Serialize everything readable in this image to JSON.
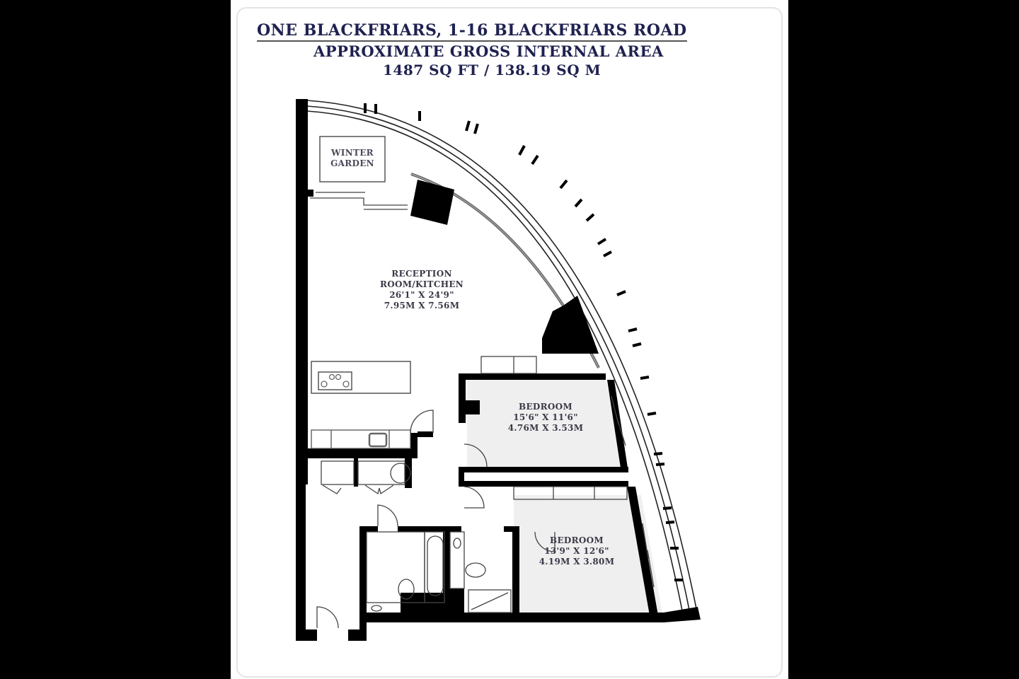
{
  "header": {
    "title": "ONE BLACKFRIARS, 1-16 BLACKFRIARS ROAD",
    "subtitle": "APPROXIMATE GROSS INTERNAL AREA",
    "area": "1487 SQ FT / 138.19 SQ M"
  },
  "rooms": [
    {
      "name": "WINTER",
      "name2": "GARDEN"
    },
    {
      "name": "RECEPTION",
      "name2": "ROOM/KITCHEN",
      "imperial": "26'1\" X 24'9\"",
      "metric": "7.95M X 7.56M"
    },
    {
      "name": "BEDROOM",
      "imperial": "15'6\" X 11'6\"",
      "metric": "4.76M X 3.53M"
    },
    {
      "name": "BEDROOM",
      "imperial": "13'9\" X 12'6\"",
      "metric": "4.19M X 3.80M"
    }
  ],
  "colors": {
    "title": "#1f2150",
    "wall": "#000000",
    "floor": "#ffffff",
    "bedroom_floor": "#efefef"
  }
}
